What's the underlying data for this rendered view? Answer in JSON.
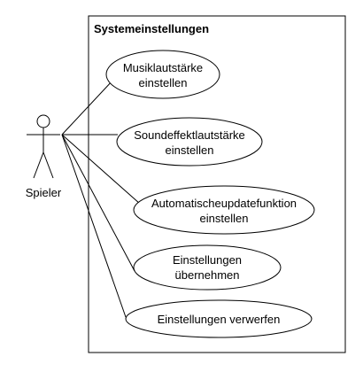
{
  "system": {
    "title": "Systemeinstellungen"
  },
  "actor": {
    "label": "Spieler"
  },
  "use_cases": [
    {
      "line1": "Musiklautstärke",
      "line2": "einstellen"
    },
    {
      "line1": "Soundeffektlautstärke",
      "line2": "einstellen"
    },
    {
      "line1": "Automatischeupdatefunktion",
      "line2": "einstellen"
    },
    {
      "line1": "Einstellungen",
      "line2": "übernehmen"
    },
    {
      "line1": "Einstellungen verwerfen",
      "line2": ""
    }
  ]
}
